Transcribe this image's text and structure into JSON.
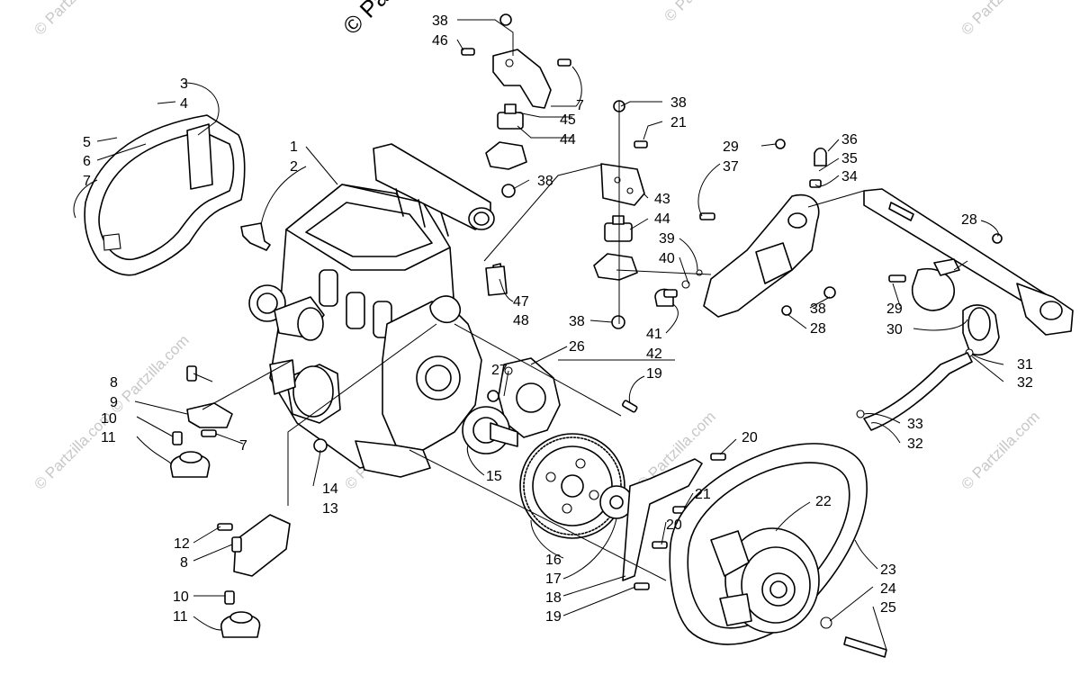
{
  "watermark": {
    "corner_text": "© Partzilla.com",
    "top_text": "© Par"
  },
  "callouts": [
    {
      "id": "c-38a",
      "text": "38"
    },
    {
      "id": "c-46",
      "text": "46"
    },
    {
      "id": "c-7a",
      "text": "7"
    },
    {
      "id": "c-45",
      "text": "45"
    },
    {
      "id": "c-44a",
      "text": "44"
    },
    {
      "id": "c-38b",
      "text": "38"
    },
    {
      "id": "c-3",
      "text": "3"
    },
    {
      "id": "c-4",
      "text": "4"
    },
    {
      "id": "c-5",
      "text": "5"
    },
    {
      "id": "c-6",
      "text": "6"
    },
    {
      "id": "c-7b",
      "text": "7"
    },
    {
      "id": "c-1",
      "text": "1"
    },
    {
      "id": "c-2",
      "text": "2"
    },
    {
      "id": "c-38c",
      "text": "38"
    },
    {
      "id": "c-21a",
      "text": "21"
    },
    {
      "id": "c-43",
      "text": "43"
    },
    {
      "id": "c-44b",
      "text": "44"
    },
    {
      "id": "c-47",
      "text": "47"
    },
    {
      "id": "c-48",
      "text": "48"
    },
    {
      "id": "c-38d",
      "text": "38"
    },
    {
      "id": "c-29a",
      "text": "29"
    },
    {
      "id": "c-37",
      "text": "37"
    },
    {
      "id": "c-36",
      "text": "36"
    },
    {
      "id": "c-35",
      "text": "35"
    },
    {
      "id": "c-34",
      "text": "34"
    },
    {
      "id": "c-39",
      "text": "39"
    },
    {
      "id": "c-40",
      "text": "40"
    },
    {
      "id": "c-41",
      "text": "41"
    },
    {
      "id": "c-42",
      "text": "42"
    },
    {
      "id": "c-38e",
      "text": "38"
    },
    {
      "id": "c-28a",
      "text": "28"
    },
    {
      "id": "c-28b",
      "text": "28"
    },
    {
      "id": "c-29b",
      "text": "29"
    },
    {
      "id": "c-30",
      "text": "30"
    },
    {
      "id": "c-31",
      "text": "31"
    },
    {
      "id": "c-32a",
      "text": "32"
    },
    {
      "id": "c-33",
      "text": "33"
    },
    {
      "id": "c-32b",
      "text": "32"
    },
    {
      "id": "c-26",
      "text": "26"
    },
    {
      "id": "c-27",
      "text": "27"
    },
    {
      "id": "c-19a",
      "text": "19"
    },
    {
      "id": "c-8a",
      "text": "8"
    },
    {
      "id": "c-9",
      "text": "9"
    },
    {
      "id": "c-10a",
      "text": "10"
    },
    {
      "id": "c-11a",
      "text": "11"
    },
    {
      "id": "c-7c",
      "text": "7"
    },
    {
      "id": "c-20a",
      "text": "20"
    },
    {
      "id": "c-15",
      "text": "15"
    },
    {
      "id": "c-14",
      "text": "14"
    },
    {
      "id": "c-13",
      "text": "13"
    },
    {
      "id": "c-21b",
      "text": "21"
    },
    {
      "id": "c-22",
      "text": "22"
    },
    {
      "id": "c-20b",
      "text": "20"
    },
    {
      "id": "c-12",
      "text": "12"
    },
    {
      "id": "c-8b",
      "text": "8"
    },
    {
      "id": "c-16",
      "text": "16"
    },
    {
      "id": "c-17",
      "text": "17"
    },
    {
      "id": "c-18",
      "text": "18"
    },
    {
      "id": "c-19b",
      "text": "19"
    },
    {
      "id": "c-23",
      "text": "23"
    },
    {
      "id": "c-24",
      "text": "24"
    },
    {
      "id": "c-25",
      "text": "25"
    },
    {
      "id": "c-10b",
      "text": "10"
    },
    {
      "id": "c-11b",
      "text": "11"
    }
  ]
}
